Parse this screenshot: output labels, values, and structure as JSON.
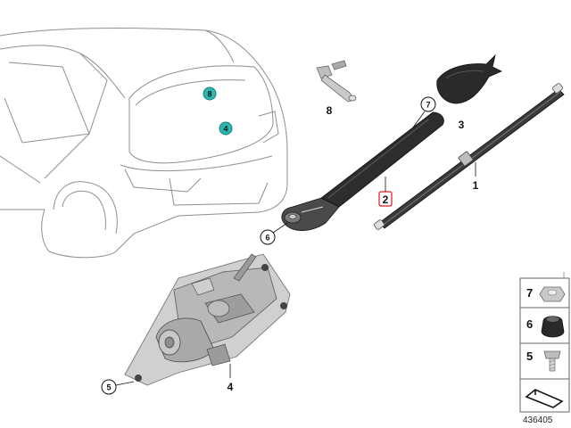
{
  "callouts": {
    "car_top": "8",
    "car_bottom": "4",
    "washer_jet": "8",
    "wiper_cap": "3",
    "cap_nut": "7",
    "wiper_arm": "2",
    "wiper_blade": "1",
    "bushing": "6",
    "motor": "4",
    "screw": "5"
  },
  "legend": {
    "items": [
      "7",
      "6",
      "5"
    ]
  },
  "diagram_code": "436405",
  "colors": {
    "teal_marker": "#2ab7b0",
    "highlight_border": "#d81c1c",
    "part_dark": "#2a2a2a",
    "outline": "#9a9a9a"
  }
}
